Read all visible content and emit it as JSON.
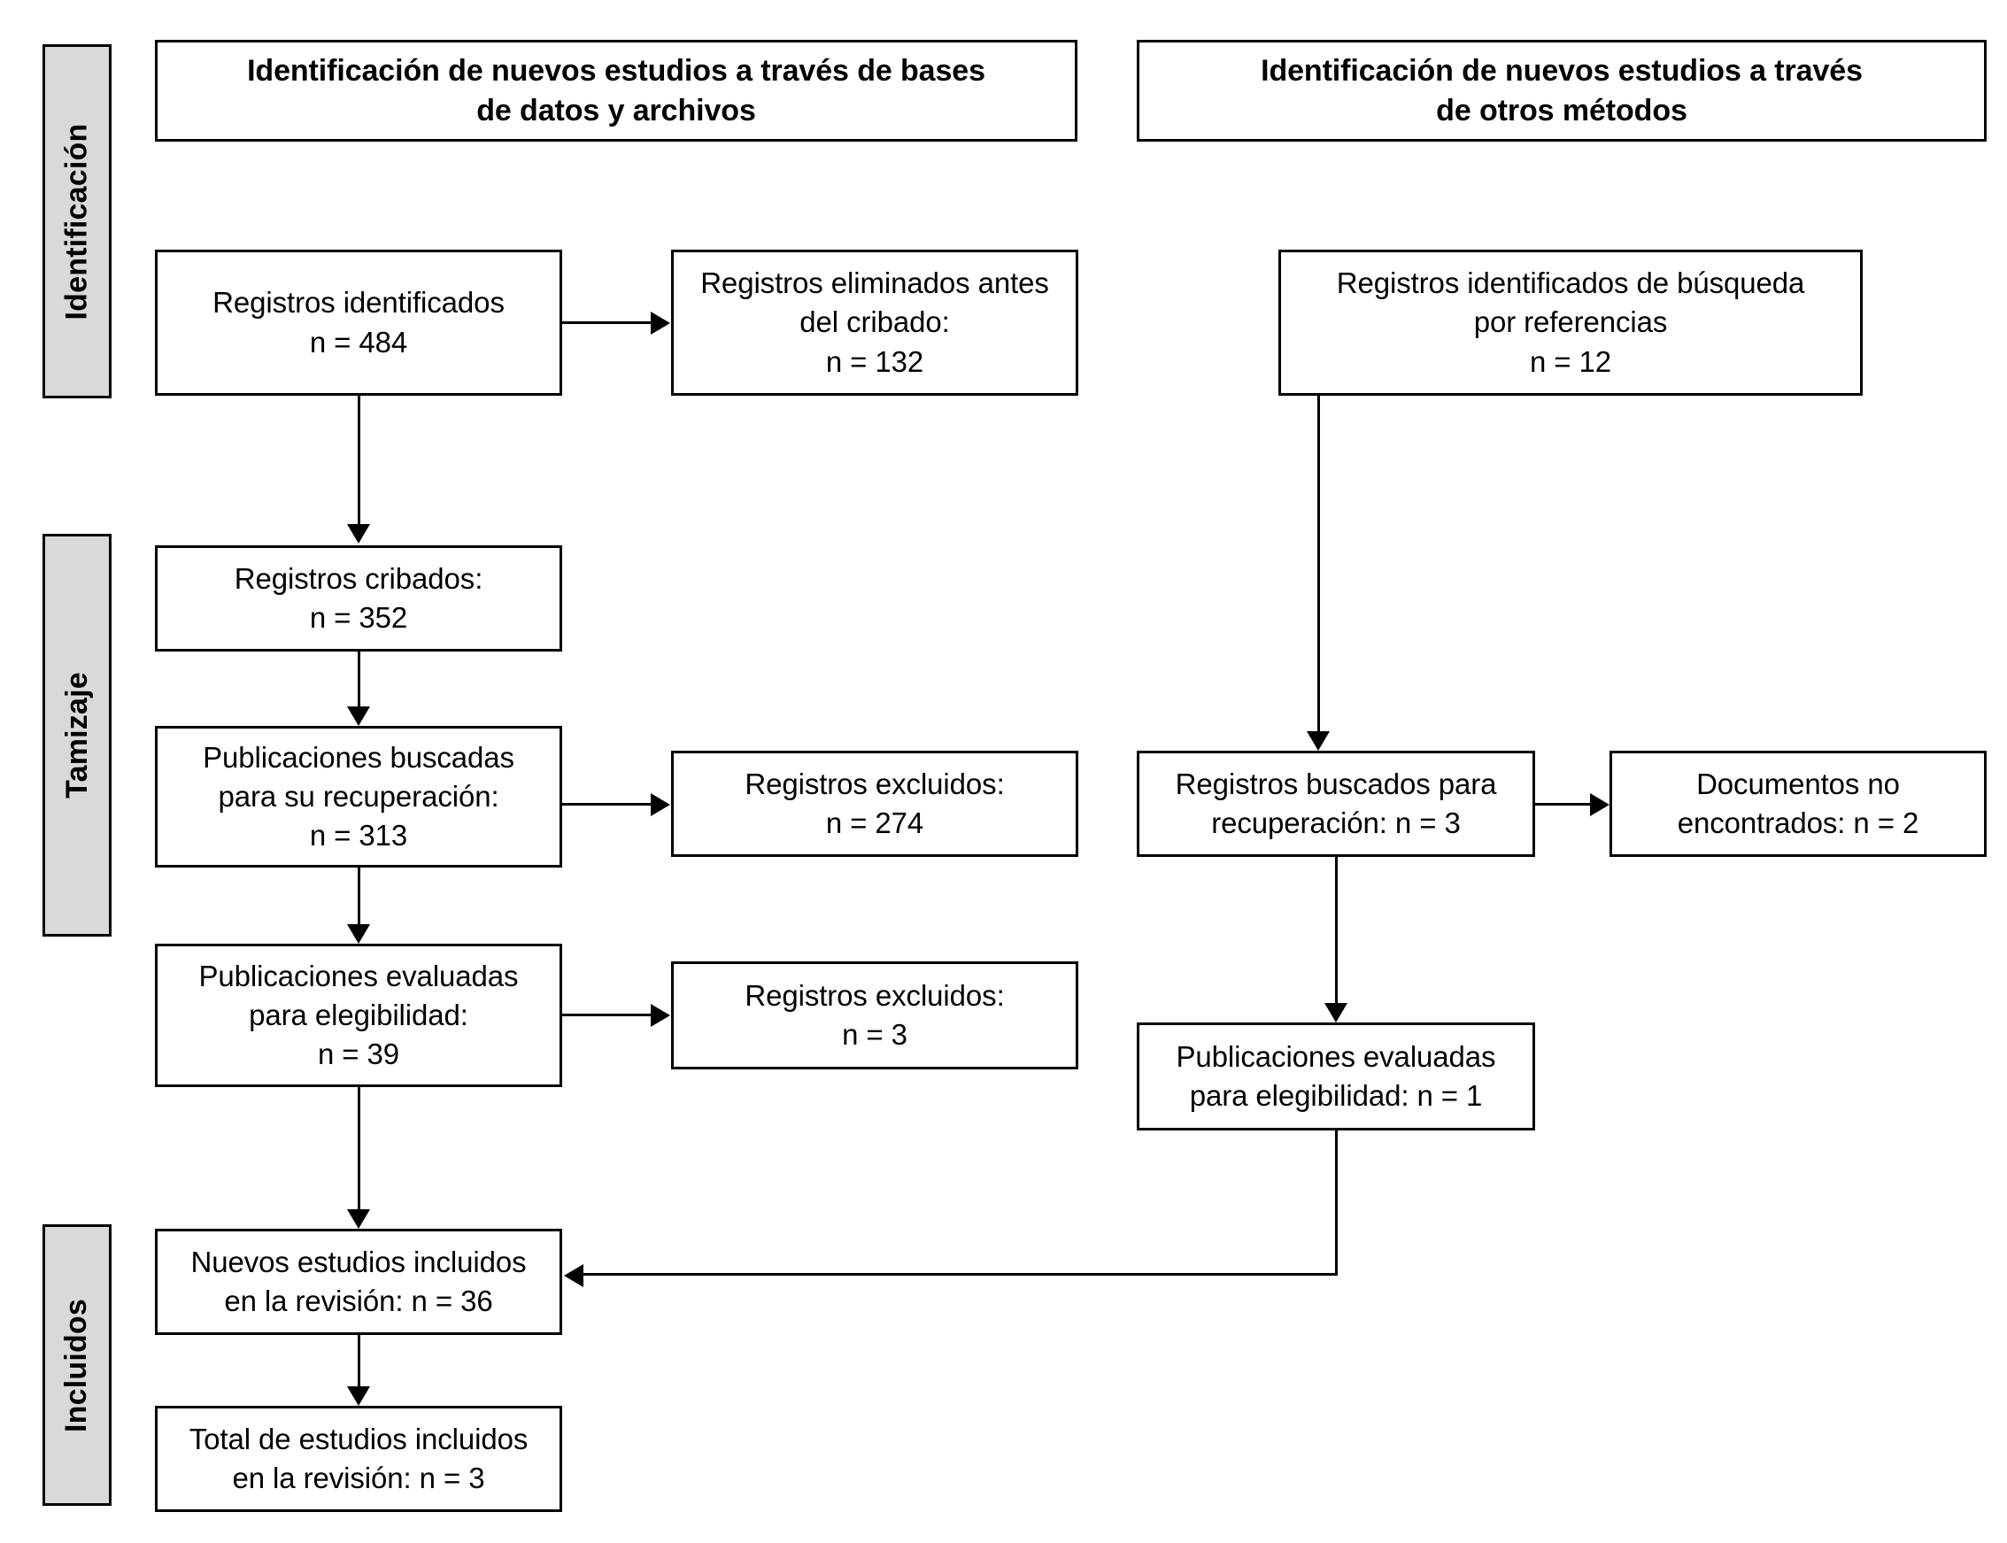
{
  "diagram": {
    "title_type": "PRISMA flow diagram",
    "language": "es"
  },
  "stages": [
    {
      "label": "Identificación"
    },
    {
      "label": "Tamizaje"
    },
    {
      "label": "Incluidos"
    }
  ],
  "headers": [
    {
      "label": "Identificación de nuevos estudios a través de bases\nde datos y archivos"
    },
    {
      "label": "Identificación de nuevos estudios a través\nde otros métodos"
    }
  ],
  "boxes": {
    "records_identified": {
      "label": "Registros identificados\nn = 484"
    },
    "records_removed": {
      "label": "Registros eliminados antes\ndel cribado:\nn = 132"
    },
    "records_identified_refs": {
      "label": "Registros identificados de búsqueda\npor referencias\nn = 12"
    },
    "records_screened": {
      "label": "Registros cribados:\nn = 352"
    },
    "reports_sought": {
      "label": "Publicaciones buscadas\npara su recuperación:\nn = 313"
    },
    "records_excluded_1": {
      "label": "Registros excluidos:\nn = 274"
    },
    "records_sought_other": {
      "label": "Registros buscados para\nrecuperación: n = 3"
    },
    "documents_not_found": {
      "label": "Documentos no\nencontrados: n = 2"
    },
    "reports_assessed": {
      "label": "Publicaciones evaluadas\npara elegibilidad:\nn = 39"
    },
    "records_excluded_2": {
      "label": "Registros excluidos:\nn = 3"
    },
    "reports_assessed_other": {
      "label": "Publicaciones evaluadas\npara elegibilidad: n = 1"
    },
    "new_studies_included": {
      "label": "Nuevos estudios incluidos\nen la revisión: n = 36"
    },
    "total_studies_included": {
      "label": "Total de estudios incluidos\nen la revisión: n = 3"
    }
  },
  "colors": {
    "stroke": "#000000",
    "stage_fill": "#d9d9d9",
    "box_fill": "#ffffff",
    "page_bg": "#ffffff"
  }
}
